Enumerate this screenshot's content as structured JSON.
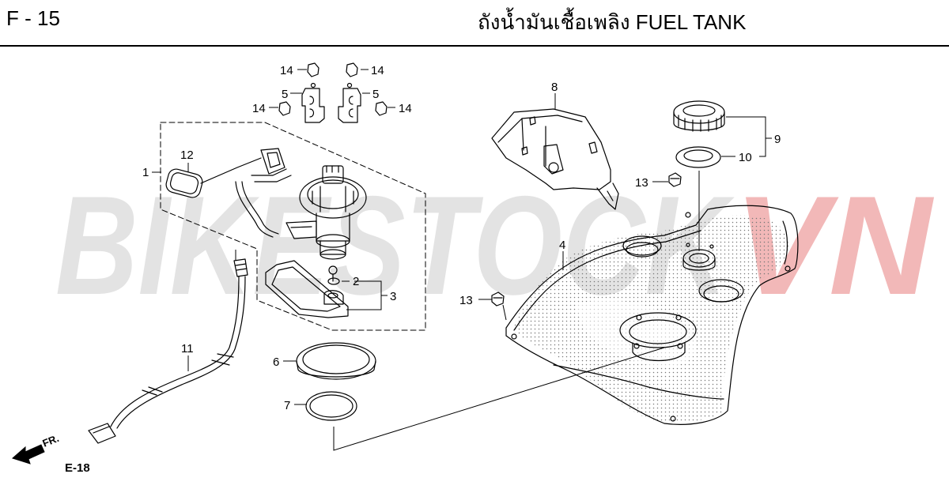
{
  "header": {
    "page_code": "F - 15",
    "title": "ถังน้ำมันเชื้อเพลิง  FUEL TANK"
  },
  "watermark": {
    "part1": "BIKESTOCK",
    "part2": "VN",
    "color_main": "#e3e3e3",
    "color_accent": "#f2b8b8"
  },
  "direction": {
    "arrow_label": "FR.",
    "ref_label": "E-18"
  },
  "callouts": {
    "c1": "1",
    "c2": "2",
    "c3": "3",
    "c4": "4",
    "c5a": "5",
    "c5b": "5",
    "c6": "6",
    "c7": "7",
    "c8": "8",
    "c9": "9",
    "c10": "10",
    "c11": "11",
    "c12": "12",
    "c13a": "13",
    "c13b": "13",
    "c14a": "14",
    "c14b": "14",
    "c14c": "14",
    "c14d": "14"
  },
  "colors": {
    "line": "#000000",
    "accent": "#e05555"
  }
}
